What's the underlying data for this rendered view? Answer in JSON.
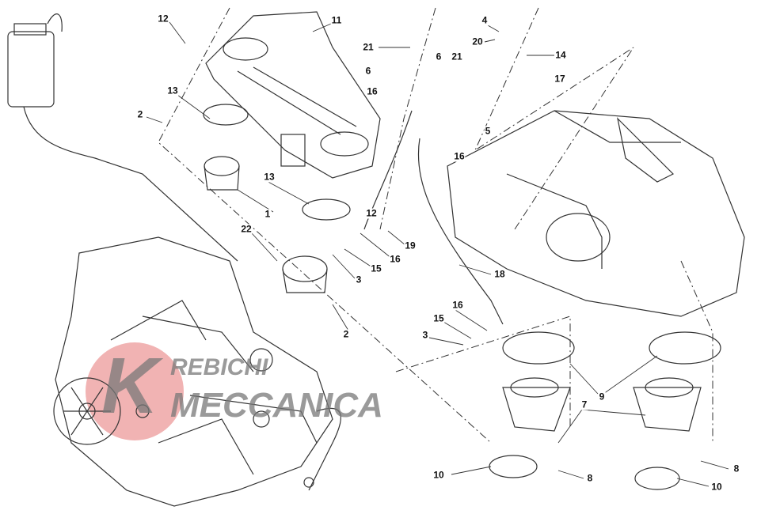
{
  "diagram": {
    "title": "Throttle body / airbox exploded view",
    "watermark": {
      "letter": "K",
      "line1": "REBICHI",
      "line2": "MECCANICA",
      "circle_color": "#e88080"
    },
    "part_labels": [
      "12",
      "11",
      "21",
      "4",
      "20",
      "14",
      "6",
      "21",
      "6",
      "17",
      "16",
      "13",
      "2",
      "16",
      "5",
      "13",
      "12",
      "1",
      "22",
      "19",
      "16",
      "15",
      "3",
      "18",
      "16",
      "15",
      "3",
      "2",
      "9",
      "7",
      "10",
      "8",
      "8",
      "10"
    ]
  }
}
